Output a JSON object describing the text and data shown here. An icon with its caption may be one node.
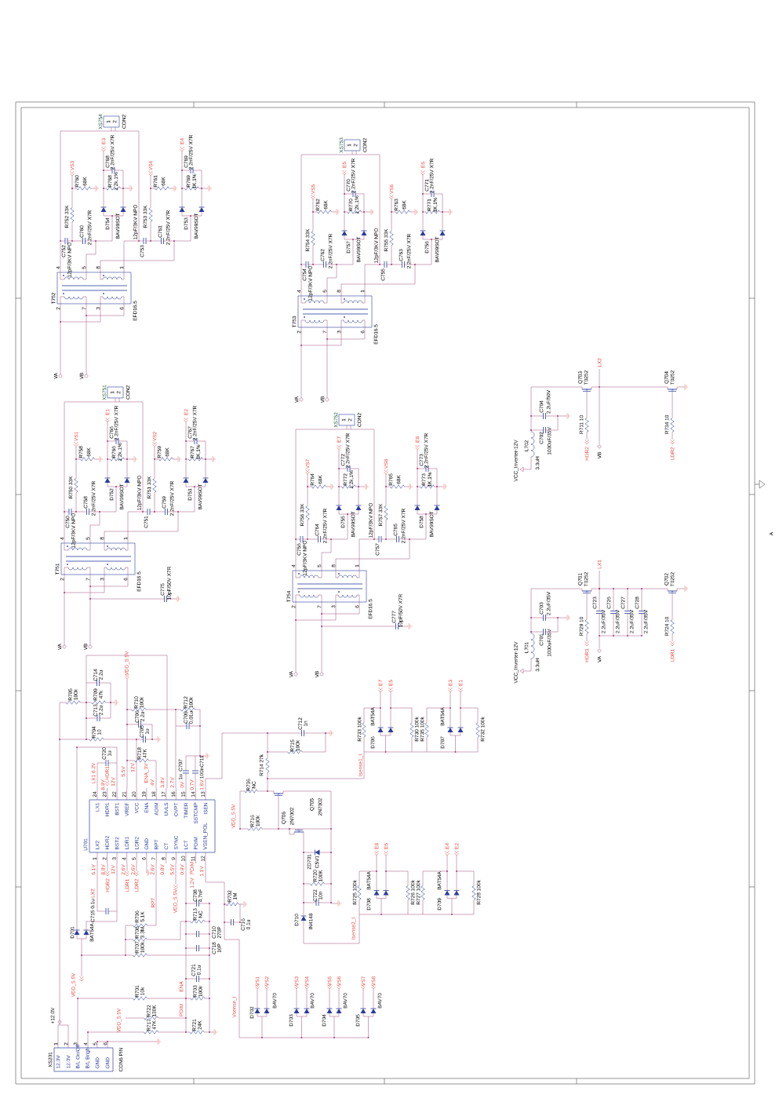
{
  "diagram": {
    "nodes": [
      {
        "text": [
          "XS754",
          "1",
          "2"
        ],
        "beside": [
          "CON2"
        ]
      },
      {
        "text": [
          "T752"
        ],
        "beside": [
          "EFD16.5"
        ]
      },
      {
        "text": [
          "XS753",
          "1",
          "2"
        ],
        "beside": [
          "CON2"
        ]
      },
      {
        "text": [
          "T753"
        ],
        "beside": [
          "EFD16.5"
        ]
      },
      {
        "text": [
          "XS751",
          "1",
          "2"
        ],
        "beside": [
          "CON2"
        ]
      },
      {
        "text": [
          "T751"
        ],
        "beside": [
          "EFD16.5"
        ]
      },
      {
        "text": [
          "XS752",
          "1",
          "2"
        ],
        "beside": [
          "CON2"
        ]
      },
      {
        "text": [
          "T754"
        ],
        "beside": [
          "EFD16.5"
        ]
      },
      {
        "text": [
          "U701",
          "LX2",
          "HDR2",
          "BST2",
          "LDR1",
          "LDR2",
          "GND",
          "RPT",
          "CT",
          "SYNC",
          "LCT",
          "PDIM",
          "VSEN_POL",
          "ISEN",
          "SSTCMP",
          "TIMER",
          "OVPT",
          "UVLS",
          "ADIM",
          "ENA",
          "VCC",
          "VREF",
          "BST1",
          "HDR1",
          "LX1"
        ]
      },
      {
        "text": [
          "XS201",
          "12.0V",
          "12.0V",
          "B/L On/Off",
          "B/L Brigh",
          "GND",
          "GND"
        ],
        "beside": [
          "CON6 PIN"
        ]
      }
    ],
    "edges": [
      {
        "from": 0,
        "to": 1,
        "arrow": "none"
      },
      {
        "from": 2,
        "to": 3,
        "arrow": "none"
      },
      {
        "from": 4,
        "to": 5,
        "arrow": "none"
      },
      {
        "from": 6,
        "to": 7,
        "arrow": "none"
      }
    ],
    "labels": [
      "VS3",
      "R760",
      "68K",
      "R752 33K",
      "C752",
      "12pF/3KV NPO",
      "C760",
      "2.2nF/25V X7R",
      "D754",
      "BAV99SOT",
      "E3",
      "C768",
      "2.2nF/25V X7R",
      "R768",
      "1.2k,1%",
      "VS4",
      "R761",
      "68K",
      "R753 33K",
      "C753",
      "12pF/3KV NPO",
      "C761",
      "2.2nF/25V X7R",
      "D753",
      "BAV99SOT",
      "E4",
      "C769",
      "2.2nF/25V X7R",
      "R769",
      "1K,1%",
      "4",
      "5",
      "8",
      "1",
      "2",
      "7",
      "3",
      "6",
      "VA",
      "VB",
      "VS5",
      "R762",
      "68K",
      "R754 33K",
      "C754",
      "12pF/3KV NPO",
      "C762",
      "2.2nF/25V X7R",
      "D757",
      "BAV99SOT",
      "E5",
      "C770",
      "2.2nF/25V X7R",
      "R770",
      "1.2k,1%",
      "VS6",
      "R763",
      "68K",
      "R755 33K",
      "C755",
      "12pF/3KV NPO",
      "C763",
      "2.2nF/25V X7R",
      "D756",
      "BAV99SOT",
      "E6",
      "C771",
      "2.2nF/25V X7R",
      "R771",
      "1K,1%",
      "4",
      "5",
      "8",
      "1",
      "2",
      "7",
      "3",
      "6",
      "VA",
      "VB",
      "VS1",
      "R758",
      "68K",
      "R750 33K",
      "C750",
      "12pF/3KV NPO",
      "C758",
      "2.2nF/25V X7R",
      "D752",
      "BAV99SOT",
      "E1",
      "C766",
      "2.2nF/25V X7R",
      "R766",
      "1.2k,1%",
      "VS2",
      "R759",
      "68K",
      "R751 33K",
      "C751",
      "12pF/3KV NPO",
      "C759",
      "2.2nF/25V X7R",
      "D751",
      "BAV99SOT",
      "E2",
      "C767",
      "2.2nF/25V X7R",
      "R767",
      "1K,1%",
      "4",
      "5",
      "8",
      "1",
      "2",
      "7",
      "3",
      "6",
      "VA",
      "VB",
      "C775",
      "10pF/50V X7R",
      "VS7",
      "R764",
      "68K",
      "R756 33K",
      "C756",
      "12pF/3KV NPO",
      "C764",
      "2.2nF/25V X7R",
      "D755",
      "BAV99SOT",
      "E7",
      "C772",
      "2.2nF/25V X7R",
      "R772",
      "1.2k,1%",
      "VS8",
      "R765",
      "68K",
      "R757 33K",
      "C757",
      "12pF/3KV NPO",
      "C765",
      "2.2nF/25V X7R",
      "D758",
      "BAV99SOT",
      "E8",
      "C773",
      "2.2nF/25V X7R",
      "R773",
      "1K,1%",
      "4",
      "5",
      "8",
      "1",
      "2",
      "7",
      "3",
      "6",
      "VA",
      "VB",
      "C777",
      "10pF/50V X7R",
      "VCC_Inverter-12V",
      "L702",
      "3.3uH",
      "C704",
      "2.2uF/50V",
      "C702",
      "1000uF/35V",
      "Q703",
      "T0252",
      "LX2",
      "R711 10",
      "HDR2",
      "VB",
      "Q704",
      "T0252",
      "R734 10",
      "LDR2",
      "VCC_Inverter-12V",
      "L701",
      "3.3uH",
      "C703",
      "2.2uF/35V",
      "C701",
      "1000uF/35V",
      "Q701",
      "T0252",
      "LX1",
      "R729 10",
      "C723",
      "2.2uF/35V",
      "C726",
      "2.2uF/35V",
      "C727",
      "2.2uF/35V",
      "C728",
      "2.2uF/35V",
      "HDR1",
      "VA",
      "Q702",
      "T0252",
      "R724 10",
      "LDR1",
      "R705 100k",
      "C714 2.2u",
      "R709 47k",
      "C713 2.2u",
      "R704 10",
      "VDD_5.5V",
      "R710 100k",
      "C706 2.2u",
      "C705 1u",
      "R718 47K",
      "R712 100k",
      "C709 0.01u",
      "C707",
      "1u",
      "C711",
      "100n",
      "C720 1u",
      "C712 1n",
      "R715 100k",
      "R714 27k",
      "Isense1_I",
      "R736 NC",
      "Q705",
      "2N7002",
      "VDD_5.5V",
      "R716 100k",
      "Q706",
      "2N7002",
      "ZD701",
      "C5V1",
      "R720 100K",
      "C722 10n",
      "D710",
      "IN4148",
      "Isense2_I",
      "E7",
      "E5",
      "R733 100k",
      "BAT54A",
      "D706",
      "R730 100k",
      "E3",
      "E1",
      "R735 100k",
      "BAT54A",
      "D707",
      "R732 100k",
      "E8",
      "E6",
      "R725 100k",
      "BAT54A",
      "D708",
      "R726 100k",
      "E4",
      "E2",
      "R727 100k",
      "BAT54A",
      "D709",
      "R728 100k",
      "LX1 6.2V",
      "8.9V",
      "HDR1",
      "12V",
      "5.5V",
      "12V",
      "ENA_3V",
      "4V",
      "3.8V",
      "2.7V",
      "0V",
      "0.7V",
      "1.6V",
      "6.1V",
      "8.8V",
      "12V",
      "2.6V",
      "2.6V",
      "2.6V",
      "0.8V",
      "5.5V",
      "0.9V",
      "PDIM",
      "1.2V",
      "1.1V",
      "LX2",
      "HDR2",
      "LDR1",
      "LDR2",
      "RPT",
      "VDD_5.5V",
      "C715 0.1u",
      "D701",
      "BAT54A",
      "R706 5.1K",
      "R708 3.3M",
      "R707 100k",
      "C708 4.7nF",
      "R713 NC",
      "C710 270P",
      "C718 10P",
      "C716 0.1u",
      "R702 1M",
      "VDD_5.5V",
      "ENA",
      "C721 0.1u",
      "R701 10k",
      "R703 100k",
      "VDD_5.5V",
      "R722 130K",
      "PDIM",
      "R717 47K",
      "R721 24K",
      "Vsense_I",
      "D702",
      "VS1",
      "VS2",
      "BAV70",
      "D703",
      "VS3",
      "VS4",
      "BAV70",
      "D704",
      "VS5",
      "VS6",
      "BAV70",
      "D705",
      "VS7",
      "VS8",
      "BAV70",
      "+12.0V",
      "24",
      "23",
      "22",
      "21",
      "20",
      "19",
      "18",
      "17",
      "16",
      "15",
      "14",
      "13",
      "1",
      "2",
      "3",
      "4",
      "5",
      "6",
      "7",
      "8",
      "9",
      "10",
      "11",
      "12",
      "1",
      "2",
      "3",
      "4",
      "5",
      "6",
      "A"
    ]
  }
}
